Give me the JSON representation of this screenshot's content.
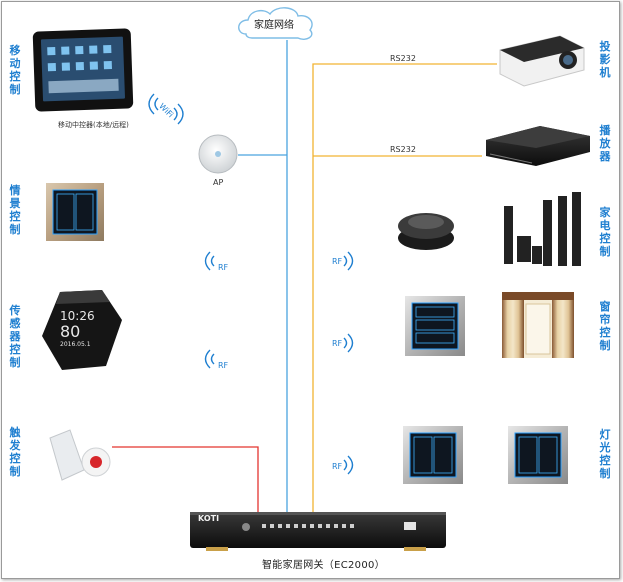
{
  "network": {
    "label": "家庭网络"
  },
  "left_groups": [
    {
      "id": "mobile",
      "label": "移动控制",
      "caption": "移动中控器(本地/远程)"
    },
    {
      "id": "scene",
      "label": "情景控制"
    },
    {
      "id": "sensor",
      "label": "传感器控制",
      "screen": {
        "time": "10:26",
        "temp": "80",
        "date": "2016.05.1"
      }
    },
    {
      "id": "trigger",
      "label": "触发控制"
    }
  ],
  "right_groups": [
    {
      "id": "projector",
      "label": "投影机",
      "link": "RS232"
    },
    {
      "id": "player",
      "label": "播放器",
      "link": "RS232"
    },
    {
      "id": "appliance",
      "label": "家电控制"
    },
    {
      "id": "curtain",
      "label": "窗帘控制"
    },
    {
      "id": "light",
      "label": "灯光控制"
    }
  ],
  "ap": {
    "label": "AP"
  },
  "signals": {
    "wifi": "WiFi",
    "rf": "RF"
  },
  "gateway": {
    "brand": "KOTI",
    "label": "智能家居网关（EC2000）"
  },
  "colors": {
    "network_line": "#4aa3df",
    "serial_line": "#f2b333",
    "trigger_line": "#e3342f",
    "label_blue": "#1f7fd0"
  }
}
